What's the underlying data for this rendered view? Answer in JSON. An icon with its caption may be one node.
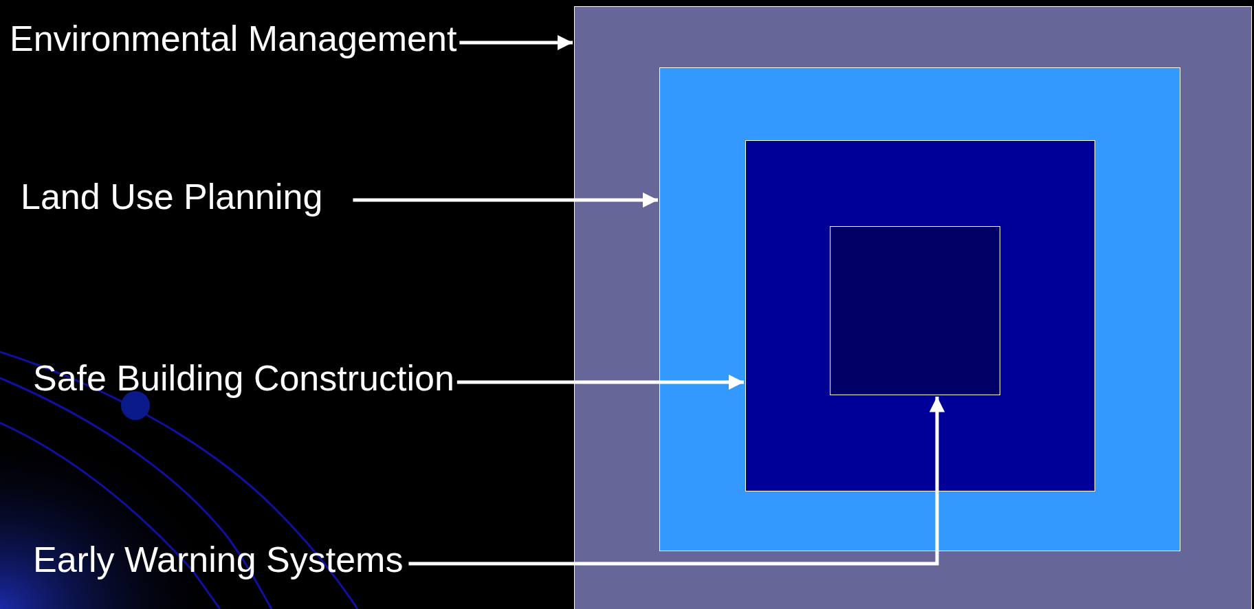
{
  "diagram": {
    "nodes": [
      {
        "text": [
          "Environmental Management"
        ]
      },
      {
        "text": [
          "Land Use Planning"
        ]
      },
      {
        "text": [
          "Safe Building Construction"
        ]
      },
      {
        "text": [
          "Early Warning Systems"
        ]
      },
      {
        "text": [],
        "shape": "box"
      },
      {
        "text": [],
        "shape": "box",
        "in": 4
      },
      {
        "text": [],
        "shape": "box",
        "in": 5
      },
      {
        "text": [],
        "shape": "box",
        "in": 6
      }
    ],
    "edges": [
      {
        "from": 0,
        "to": 4,
        "arrow": "to"
      },
      {
        "from": 1,
        "to": 5,
        "arrow": "to"
      },
      {
        "from": 2,
        "to": 6,
        "arrow": "to"
      },
      {
        "from": 3,
        "to": 7,
        "arrow": "to"
      }
    ]
  }
}
